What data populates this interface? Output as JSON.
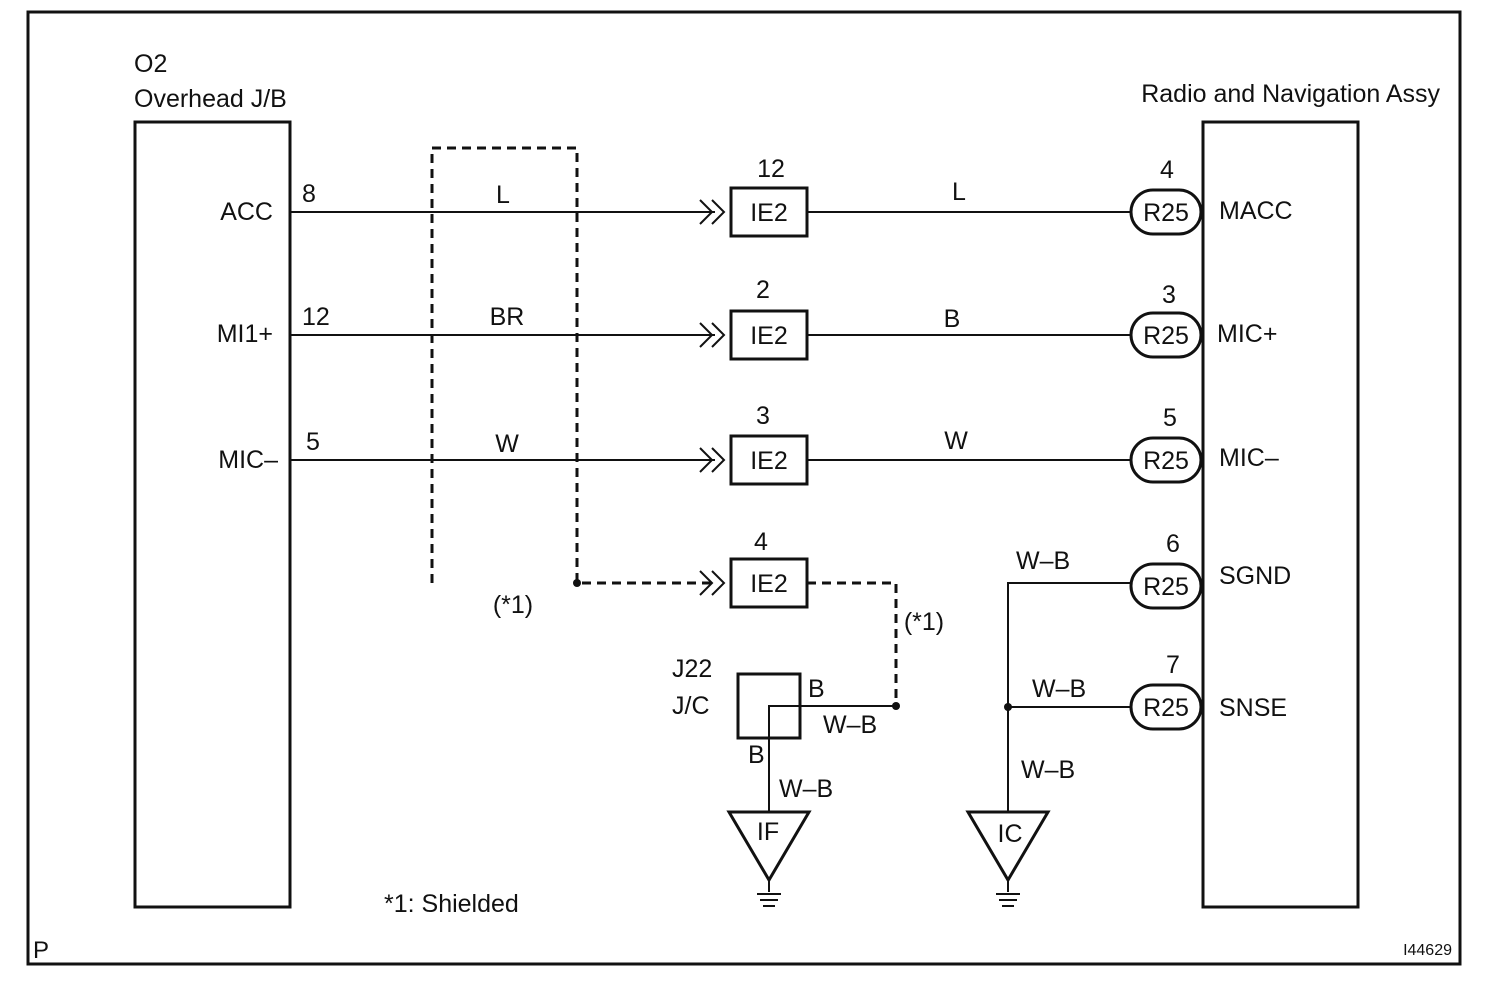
{
  "left_component": {
    "code": "O2",
    "name": "Overhead J/B",
    "pins": [
      {
        "label": "ACC",
        "number": "8"
      },
      {
        "label": "MI1+",
        "number": "12"
      },
      {
        "label": "MIC–",
        "number": "5"
      }
    ]
  },
  "right_component": {
    "name": "Radio and Navigation Assy",
    "pins": [
      {
        "label": "MACC",
        "number": "4",
        "connector": "R25"
      },
      {
        "label": "MIC+",
        "number": "3",
        "connector": "R25"
      },
      {
        "label": "MIC–",
        "number": "5",
        "connector": "R25"
      },
      {
        "label": "SGND",
        "number": "6",
        "connector": "R25"
      },
      {
        "label": "SNSE",
        "number": "7",
        "connector": "R25"
      }
    ]
  },
  "wire_colors_left": [
    "L",
    "BR",
    "W"
  ],
  "wire_colors_right": [
    "L",
    "B",
    "W"
  ],
  "inline_connectors": [
    {
      "name": "IE2",
      "pin": "12"
    },
    {
      "name": "IE2",
      "pin": "2"
    },
    {
      "name": "IE2",
      "pin": "3"
    },
    {
      "name": "IE2",
      "pin": "4"
    }
  ],
  "shield_marks": [
    "(*1)",
    "(*1)"
  ],
  "junction": {
    "code": "J22",
    "name": "J/C",
    "pin_top": "B",
    "pin_bottom": "B"
  },
  "wb_labels": [
    "W–B",
    "W–B",
    "W–B",
    "W–B",
    "W–B"
  ],
  "grounds": [
    "IF",
    "IC"
  ],
  "footnote": "*1: Shielded",
  "corner_left": "P",
  "corner_right": "I44629"
}
